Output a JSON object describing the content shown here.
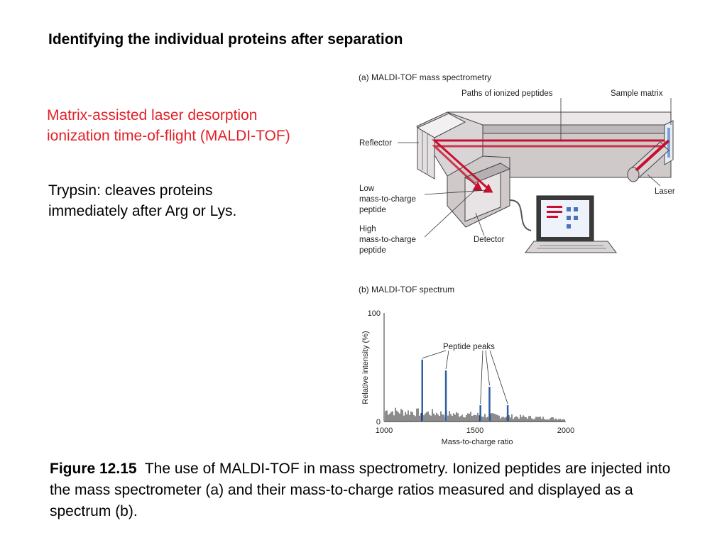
{
  "slide": {
    "title": "Identifying the individual proteins after separation",
    "red_line1": "Matrix-assisted laser desorption",
    "red_line2": "ionization time-of-flight (MALDI-TOF)",
    "trypsin_line1": "Trypsin: cleaves proteins",
    "trypsin_line2": "immediately after Arg or Lys.",
    "caption_label": "Figure 12.15",
    "caption_text": "The use of MALDI-TOF in mass spectrometry. Ionized peptides are injected into the mass spectrometer (a) and their mass-to-charge ratios measured and displayed as a spectrum (b).",
    "accent_color": "#e41f26"
  },
  "figure_a": {
    "title": "(a)  MALDI-TOF mass spectrometry",
    "label_paths": "Paths of ionized peptides",
    "label_sample_matrix": "Sample matrix",
    "label_reflector": "Reflector",
    "label_low_1": "Low",
    "label_low_2": "mass-to-charge",
    "label_low_3": "peptide",
    "label_high_1": "High",
    "label_high_2": "mass-to-charge",
    "label_high_3": "peptide",
    "label_detector": "Detector",
    "label_laser": "Laser",
    "beam_color": "#c8102e"
  },
  "figure_b": {
    "title": "(b)  MALDI-TOF spectrum",
    "annotation": "Peptide peaks",
    "peak_color": "#2e5fa3"
  },
  "chart_data": {
    "type": "bar",
    "title": "(b)  MALDI-TOF spectrum",
    "xlabel": "Mass-to-charge ratio",
    "ylabel": "Relative intensity (%)",
    "xlim": [
      1000,
      2000
    ],
    "ylim": [
      0,
      100
    ],
    "xticks": [
      "1000",
      "1500",
      "2000"
    ],
    "yticks": [
      "0",
      "100"
    ],
    "grid": false,
    "legend": "none",
    "annotations": [
      "Peptide peaks"
    ],
    "peaks": [
      {
        "x": 1210,
        "y": 57
      },
      {
        "x": 1340,
        "y": 47
      },
      {
        "x": 1530,
        "y": 15
      },
      {
        "x": 1580,
        "y": 32
      },
      {
        "x": 1680,
        "y": 15
      }
    ]
  }
}
